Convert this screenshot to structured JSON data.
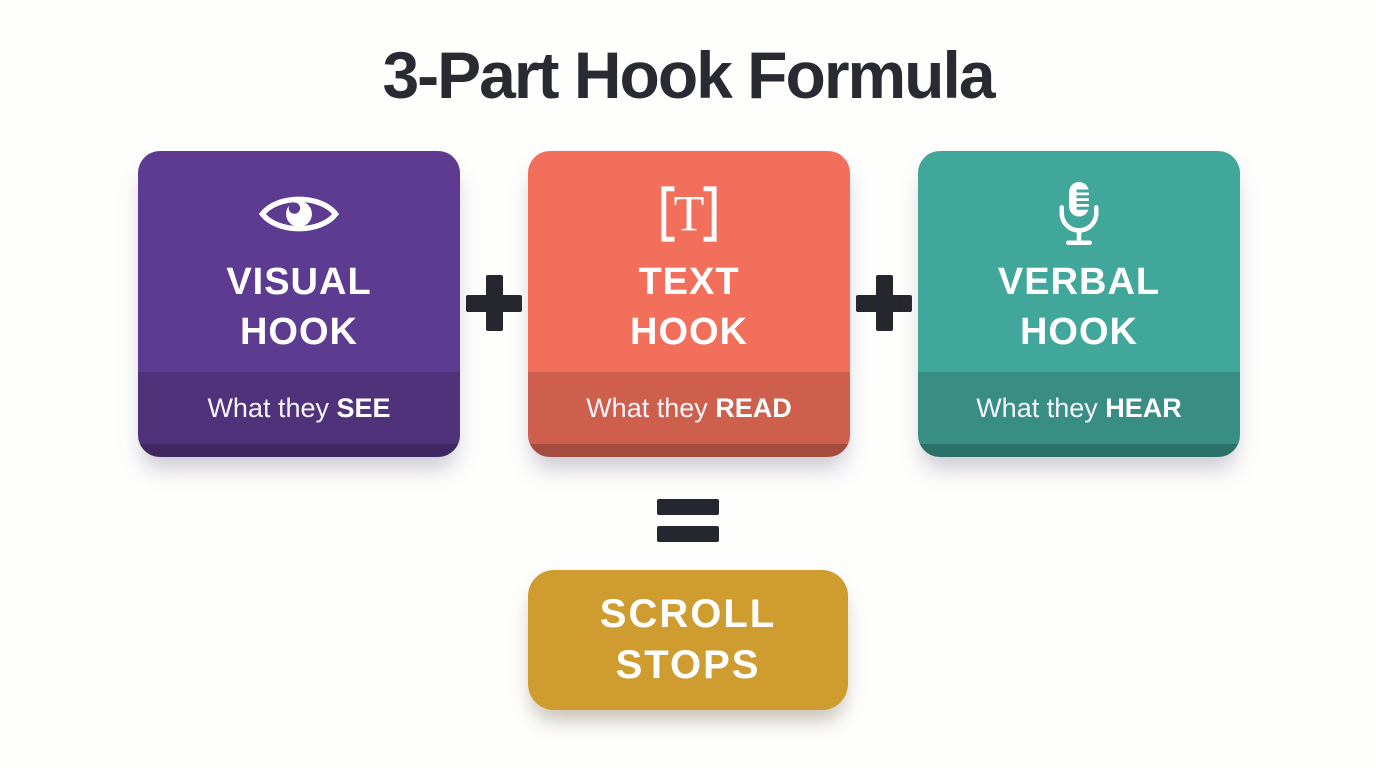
{
  "title": "3-Part Hook Formula",
  "title_color": "#2a2a32",
  "background_color": "#fefefd",
  "operator_color": "#26262e",
  "boxes": [
    {
      "id": "visual-hook",
      "icon": "eye-icon",
      "title_line1": "VISUAL",
      "title_line2": "HOOK",
      "footer_prefix": "What they ",
      "footer_bold": "SEE",
      "color": "#5d3b90"
    },
    {
      "id": "text-hook",
      "icon": "text-cursor-icon",
      "icon_glyph": "T",
      "title_line1": "TEXT",
      "title_line2": "HOOK",
      "footer_prefix": "What they ",
      "footer_bold": "READ",
      "color": "#f2705b"
    },
    {
      "id": "verbal-hook",
      "icon": "microphone-icon",
      "title_line1": "VERBAL",
      "title_line2": "HOOK",
      "footer_prefix": "What they ",
      "footer_bold": "HEAR",
      "color": "#42a79b"
    }
  ],
  "operators": {
    "plus": "+",
    "equals": "="
  },
  "result": {
    "line1": "SCROLL",
    "line2": "STOPS",
    "color": "#cf9d2f"
  }
}
